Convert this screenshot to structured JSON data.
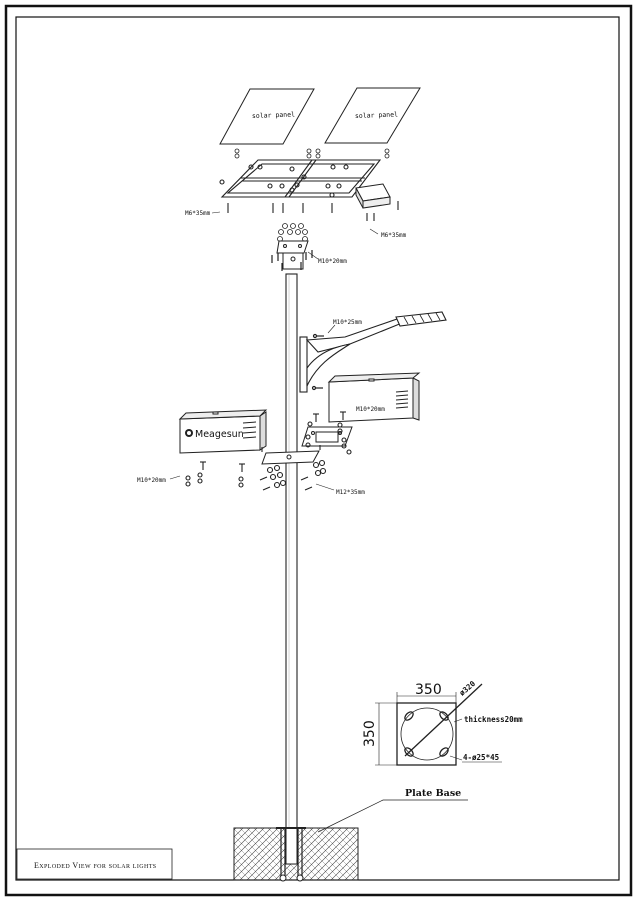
{
  "panels": [
    {
      "label": "solar panel"
    },
    {
      "label": "solar panel"
    }
  ],
  "hardware_labels": {
    "frame_bolt_left": "M6*35mm",
    "frame_bolt_right": "M6*35mm",
    "top_plate_bolt": "M10*20mm",
    "arm_bolt": "M10*25mm",
    "right_box_bolt": "M10*20mm",
    "left_box_bolt": "M10*20mm",
    "bracket_bolt": "M12*35mm"
  },
  "battery_box": {
    "brand": "Meagesun"
  },
  "base_plate": {
    "width": "350",
    "height": "350",
    "diagonal": "ø320",
    "thickness": "thickness20mm",
    "holes": "4-ø25*45"
  },
  "plate_base_label": "Plate Base",
  "caption": "Exploded View for solar lights"
}
